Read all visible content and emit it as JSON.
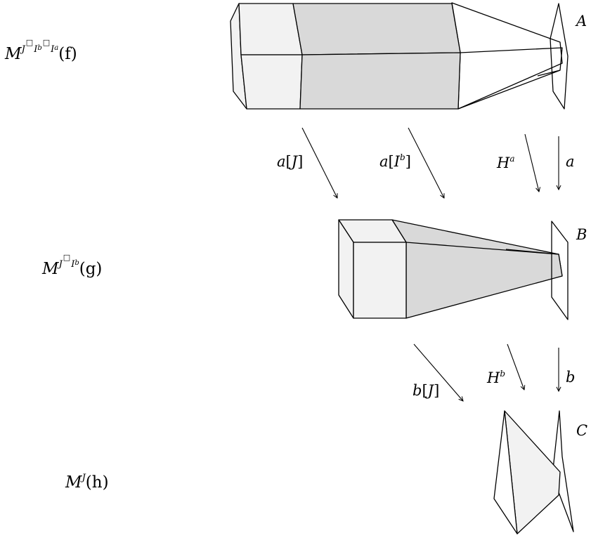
{
  "rows": [
    {
      "formula": {
        "base": "M",
        "sup_parts": [
          "J",
          "□",
          "I",
          "b",
          "□",
          "I",
          "a"
        ],
        "arg": "(f)"
      },
      "object_label": "A"
    },
    {
      "formula": {
        "base": "M",
        "sup_parts": [
          "J",
          "□",
          "I",
          "b"
        ],
        "arg": "(g)"
      },
      "object_label": "B"
    },
    {
      "formula": {
        "base": "M",
        "sup_parts": [
          "J"
        ],
        "arg": "(h)"
      },
      "object_label": "C"
    }
  ],
  "arrows_top": [
    {
      "name": "a-J",
      "base": "a",
      "arg": "J"
    },
    {
      "name": "a-Ib",
      "base": "a",
      "arg_base": "I",
      "arg_sup": "b"
    },
    {
      "name": "Ha",
      "base": "H",
      "sup": "a"
    },
    {
      "name": "a",
      "base": "a"
    }
  ],
  "arrows_bottom": [
    {
      "name": "b-J",
      "base": "b",
      "arg": "J"
    },
    {
      "name": "Hb",
      "base": "H",
      "sup": "b"
    },
    {
      "name": "b",
      "base": "b"
    }
  ],
  "colors": {
    "stroke": "#000000",
    "light_face": "#f2f2f2",
    "dark_face": "#d9d9d9",
    "background": "#ffffff"
  }
}
